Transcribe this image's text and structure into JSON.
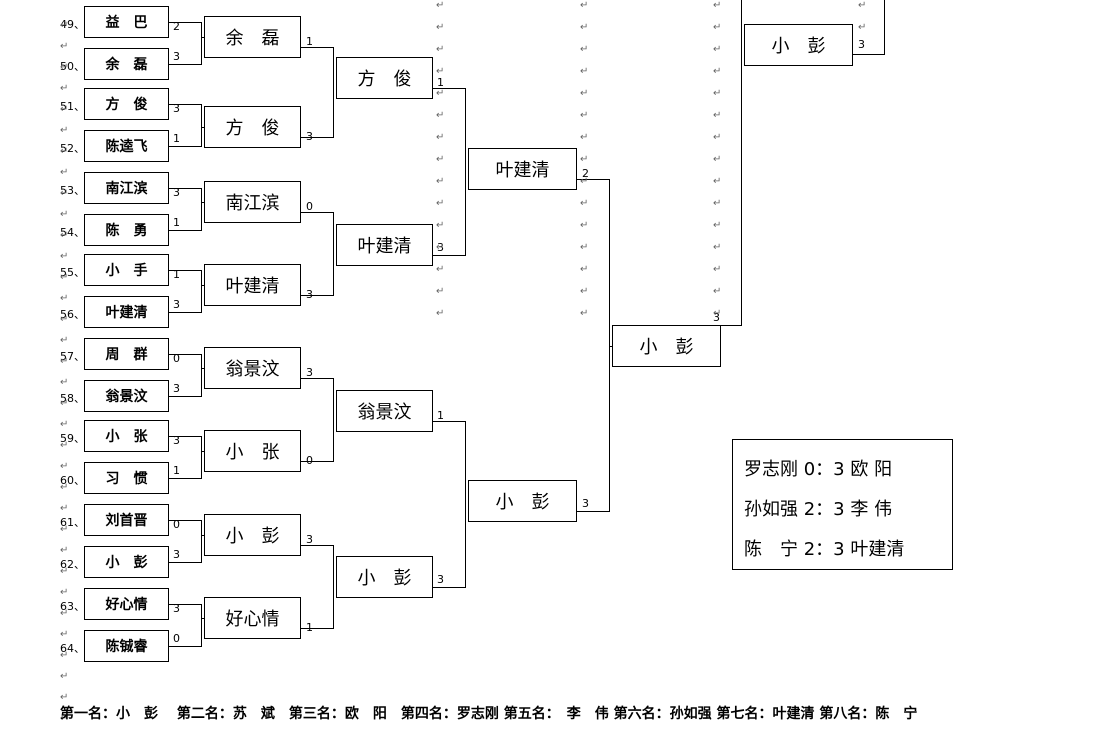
{
  "round1": [
    {
      "seed": "49、",
      "name": "益　巴"
    },
    {
      "seed": "50、",
      "name": "余　磊"
    },
    {
      "seed": "51、",
      "name": "方　俊"
    },
    {
      "seed": "52、",
      "name": "陈逵飞"
    },
    {
      "seed": "53、",
      "name": "南江滨"
    },
    {
      "seed": "54、",
      "name": "陈　勇"
    },
    {
      "seed": "55、",
      "name": "小　手"
    },
    {
      "seed": "56、",
      "name": "叶建清"
    },
    {
      "seed": "57、",
      "name": "周　群"
    },
    {
      "seed": "58、",
      "name": "翁景汶"
    },
    {
      "seed": "59、",
      "name": "小　张"
    },
    {
      "seed": "60、",
      "name": "习　惯"
    },
    {
      "seed": "61、",
      "name": "刘首晋"
    },
    {
      "seed": "62、",
      "name": "小　彭"
    },
    {
      "seed": "63、",
      "name": "好心情"
    },
    {
      "seed": "64、",
      "name": "陈铖睿"
    }
  ],
  "round1_scores": [
    "2",
    "3",
    "3",
    "1",
    "3",
    "1",
    "1",
    "3",
    "0",
    "3",
    "3",
    "1",
    "0",
    "3",
    "3",
    "0"
  ],
  "round2": [
    {
      "name": "余　磊",
      "score": "1"
    },
    {
      "name": "方　俊",
      "score": "3"
    },
    {
      "name": "南江滨",
      "score": "0"
    },
    {
      "name": "叶建清",
      "score": "3"
    },
    {
      "name": "翁景汶",
      "score": "3"
    },
    {
      "name": "小　张",
      "score": "0"
    },
    {
      "name": "小　彭",
      "score": "3"
    },
    {
      "name": "好心情",
      "score": "1"
    }
  ],
  "round3": [
    {
      "name": "方　俊",
      "score": "1"
    },
    {
      "name": "叶建清",
      "score": "3"
    },
    {
      "name": "翁景汶",
      "score": "1"
    },
    {
      "name": "小　彭",
      "score": "3"
    }
  ],
  "round4": [
    {
      "name": "叶建清",
      "score": "2"
    },
    {
      "name": "小　彭",
      "score": "3"
    }
  ],
  "round5": {
    "name": "小　彭",
    "score": "3"
  },
  "round6": {
    "name": "小　彭",
    "score": "3"
  },
  "paragraph_mark": "↵",
  "results": [
    "罗志刚 0：3 欧 阳",
    "孙如强 2：3 李 伟",
    "陈　宁 2：3 叶建清"
  ],
  "footer": "第一名：小　彭　 第二名：苏　斌　第三名：欧　阳　第四名：罗志刚 第五名：　李　伟 第六名：孙如强 第七名：叶建清 第八名：陈　宁"
}
